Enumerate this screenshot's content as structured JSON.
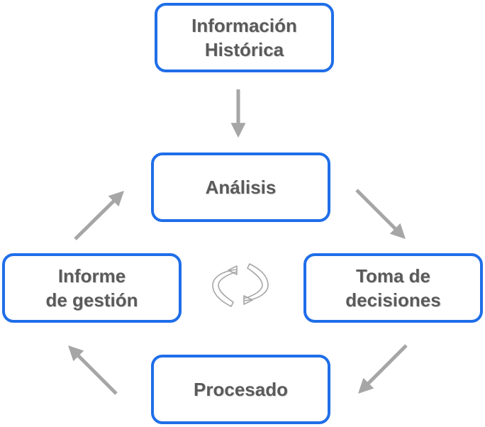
{
  "colors": {
    "box_border": "#1f6ee8",
    "box_text": "#5a5a5a",
    "arrow": "#a6a6a6",
    "cycle_icon": "#a6a6a6"
  },
  "nodes": {
    "informacion_historica": {
      "line1": "Información",
      "line2": "Histórica"
    },
    "analisis": {
      "line1": "Análisis"
    },
    "toma_decisiones": {
      "line1": "Toma de",
      "line2": "decisiones"
    },
    "procesado": {
      "line1": "Procesado"
    },
    "informe_gestion": {
      "line1": "Informe",
      "line2": "de gestión"
    }
  },
  "center_icon": "refresh-cycle-icon"
}
